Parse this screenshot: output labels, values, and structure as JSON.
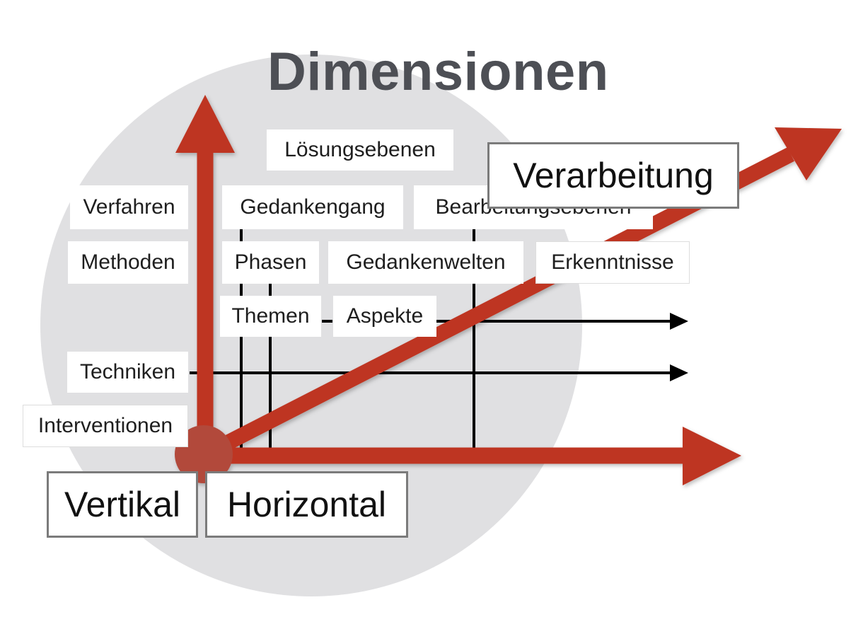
{
  "title": "Dimensionen",
  "labels": {
    "loesungsebenen": "Lösungsebenen",
    "verfahren": "Verfahren",
    "gedankengang": "Gedankengang",
    "bearbeitungsebenen": "Bearbeitungsebenen",
    "methoden": "Methoden",
    "phasen": "Phasen",
    "gedankenwelten": "Gedankenwelten",
    "erkenntnisse": "Erkenntnisse",
    "themen": "Themen",
    "aspekte": "Aspekte",
    "techniken": "Techniken",
    "interventionen": "Interventionen"
  },
  "axes": {
    "vertical": "Vertikal",
    "horizontal": "Horizontal",
    "processing": "Verarbeitung"
  },
  "colors": {
    "arrow": "#be3623",
    "origin": "#b2483a",
    "circle": "#e0e0e2",
    "title": "#4d4f55",
    "lines": "#000000"
  }
}
